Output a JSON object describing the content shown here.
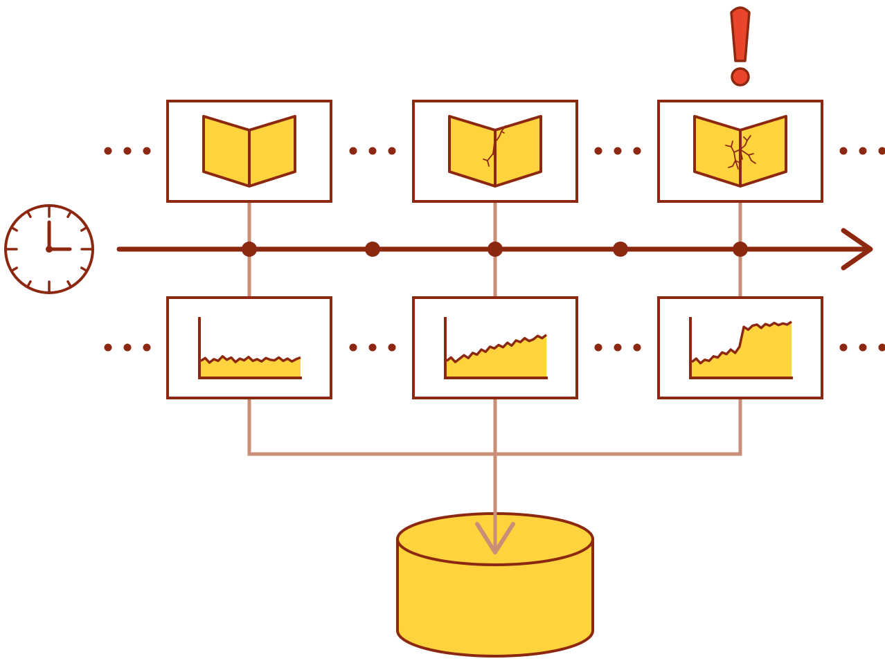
{
  "colors": {
    "stroke": "#8c2710",
    "fill": "#fed33d",
    "connector": "#c98e76",
    "alert": "#e9452a",
    "background": "#ffffff"
  },
  "icons": {
    "clock": "clock-icon",
    "book": "open-book-icon",
    "crack": "crack-icon",
    "chart": "area-chart-icon",
    "database": "database-icon",
    "alert": "exclamation-icon",
    "ellipsis": "ellipsis-icon",
    "arrow": "arrow-head-icon"
  },
  "timeline": {
    "snapshots": [
      {
        "crack_level": 0,
        "alert": false,
        "trend": [
          0.3,
          0.35,
          0.27,
          0.33,
          0.3,
          0.38,
          0.32,
          0.36,
          0.28,
          0.34,
          0.31,
          0.37,
          0.3,
          0.33,
          0.29,
          0.35,
          0.32,
          0.31,
          0.36,
          0.3,
          0.34,
          0.29,
          0.33,
          0.36
        ]
      },
      {
        "crack_level": 1,
        "alert": false,
        "trend": [
          0.3,
          0.36,
          0.28,
          0.34,
          0.4,
          0.35,
          0.44,
          0.41,
          0.5,
          0.46,
          0.55,
          0.52,
          0.58,
          0.54,
          0.62,
          0.57,
          0.66,
          0.63,
          0.7,
          0.65,
          0.68,
          0.74,
          0.7,
          0.76
        ]
      },
      {
        "crack_level": 2,
        "alert": true,
        "trend": [
          0.28,
          0.34,
          0.26,
          0.32,
          0.3,
          0.38,
          0.36,
          0.45,
          0.42,
          0.5,
          0.44,
          0.55,
          0.9,
          0.85,
          0.92,
          0.94,
          0.88,
          0.95,
          0.92,
          0.97,
          0.93,
          0.96,
          0.94,
          0.99
        ]
      }
    ],
    "intermediate_events": 2
  }
}
